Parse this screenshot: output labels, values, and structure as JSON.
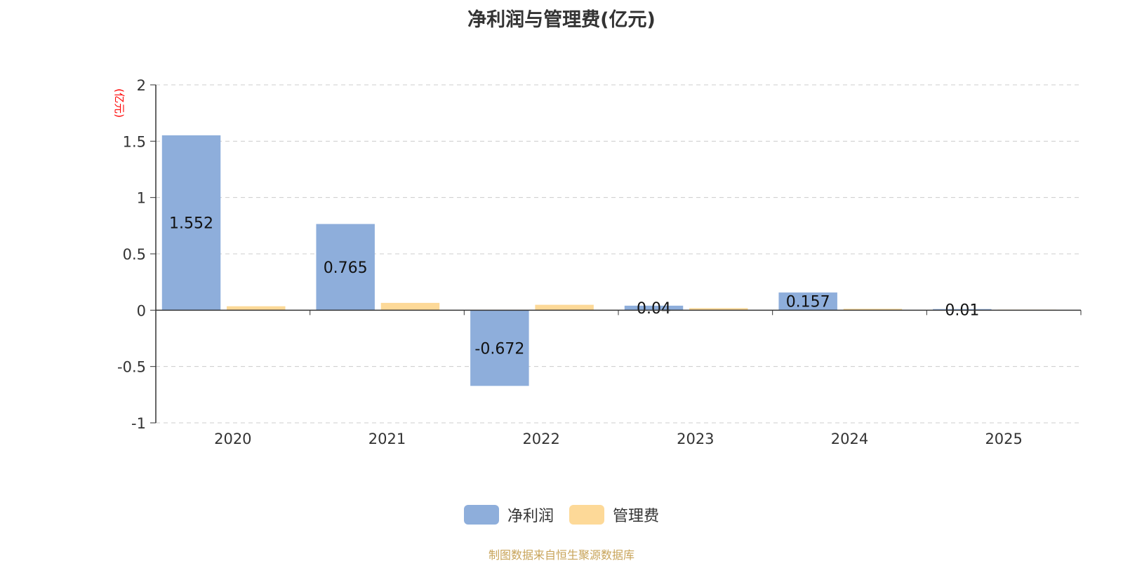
{
  "colors": {
    "net_profit": "#8eaedb",
    "admin_expense": "#fdd998",
    "source_text": "#c8a45a",
    "unit_text": "#ff0000"
  },
  "source_note": "制图数据来自恒生聚源数据库",
  "chart_data": {
    "type": "bar",
    "title": "净利润与管理费(亿元)",
    "ylabel": "(亿元)",
    "xlabel": "",
    "categories": [
      "2020",
      "2021",
      "2022",
      "2023",
      "2024",
      "2025"
    ],
    "ylim": [
      -1,
      2
    ],
    "yticks": [
      -1,
      -0.5,
      0,
      0.5,
      1,
      1.5,
      2
    ],
    "ytick_labels": [
      "-1",
      "-0.5",
      "0",
      "0.5",
      "1",
      "1.5",
      "2"
    ],
    "grid": true,
    "legend_position": "bottom-center",
    "series": [
      {
        "name": "净利润",
        "values": [
          1.552,
          0.765,
          -0.672,
          0.04,
          0.157,
          0.01
        ],
        "labels": [
          "1.552",
          "0.765",
          "-0.672",
          "0.04",
          "0.157",
          "0.01"
        ]
      },
      {
        "name": "管理费",
        "values": [
          0.035,
          0.065,
          0.048,
          0.018,
          0.012,
          0.005
        ]
      }
    ]
  }
}
